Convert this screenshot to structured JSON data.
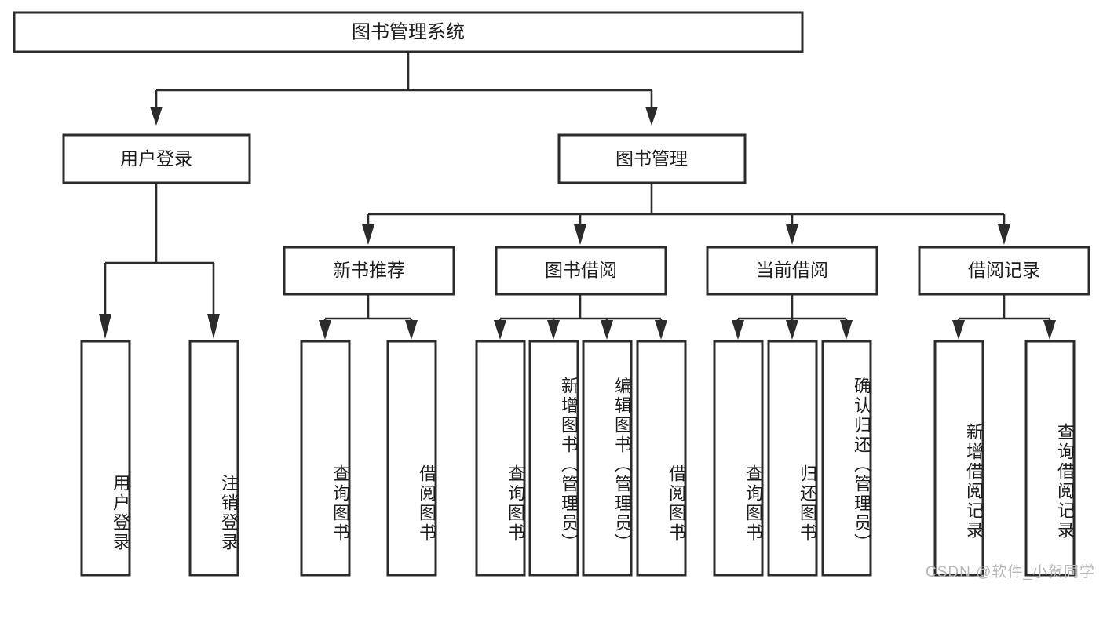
{
  "diagram": {
    "title": "图书管理系统",
    "type": "tree-hierarchy-flowchart",
    "orientation": "top-down",
    "theme": {
      "background": "#ffffff",
      "box_fill": "#ffffff",
      "box_stroke": "#2b2b2b",
      "connector_stroke": "#2b2b2b",
      "text_color": "#1d1d1d",
      "watermark_color": "#b8b8b8"
    },
    "root": {
      "label": "图书管理系统"
    },
    "level2": [
      {
        "label": "用户登录"
      },
      {
        "label": "图书管理"
      }
    ],
    "level3": [
      {
        "label": "新书推荐"
      },
      {
        "label": "图书借阅"
      },
      {
        "label": "当前借阅"
      },
      {
        "label": "借阅记录"
      }
    ],
    "leaves": {
      "user_login": [
        {
          "label": "用户登录"
        },
        {
          "label": "注销登录"
        }
      ],
      "new_book_recommend": [
        {
          "label": "查询图书"
        },
        {
          "label": "借阅图书"
        }
      ],
      "book_borrow": [
        {
          "label": "查询图书"
        },
        {
          "label": "新增图书（管理员）"
        },
        {
          "label": "编辑图书（管理员）"
        },
        {
          "label": "借阅图书"
        }
      ],
      "current_borrow": [
        {
          "label": "查询图书"
        },
        {
          "label": "归还图书"
        },
        {
          "label": "确认归还（管理员）"
        }
      ],
      "borrow_record": [
        {
          "label": "新增借阅记录"
        },
        {
          "label": "查询借阅记录"
        }
      ]
    }
  },
  "watermark": {
    "text": "CSDN @软件_小贺同学"
  }
}
